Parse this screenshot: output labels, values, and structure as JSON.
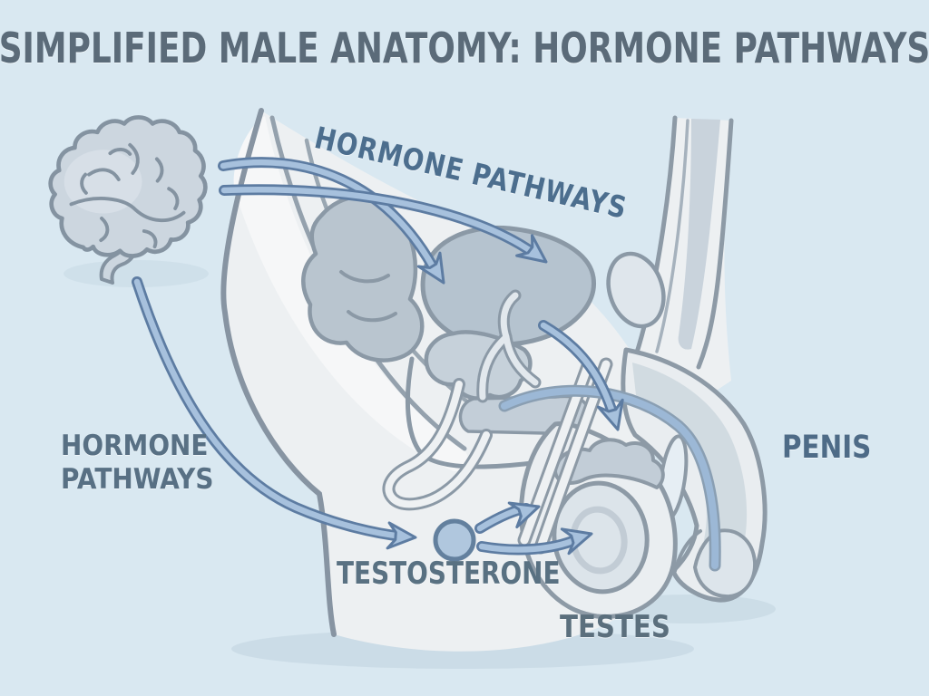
{
  "title": "SIMPLIFIED MALE ANATOMY: HORMONE PATHWAYS",
  "labels": {
    "pathway_top": "HORMONE PATHWAYS",
    "pathway_left_line1": "HORMONE",
    "pathway_left_line2": "PATHWAYS",
    "testosterone": "TESTOSTERONE",
    "testes": "TESTES",
    "penis": "PENIS"
  },
  "colors": {
    "background": "#d9e8f1",
    "title_text": "#5b6b79",
    "label_blue": "#4c6e8e",
    "label_gray": "#597182",
    "body_fill": "#edf0f2",
    "organ_gray": "#b9c5cf",
    "outline_gray": "#8d9aa6",
    "arrow_fill": "#a7c1dd",
    "arrow_stroke": "#5d7ca2",
    "hormone_dot_fill": "#b0c7de",
    "hormone_dot_stroke": "#63809e"
  }
}
